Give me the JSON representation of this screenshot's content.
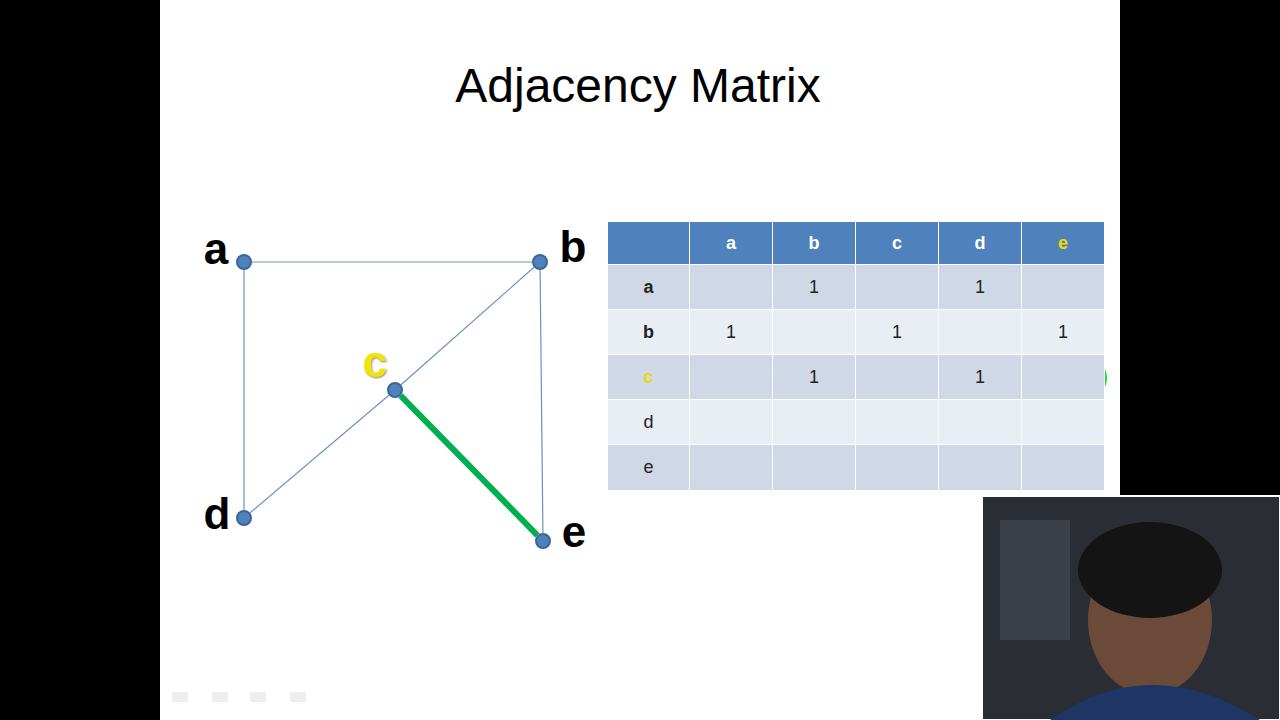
{
  "diagram": {
    "title": "Adjacency Matrix",
    "nodes": [
      {
        "text": [
          "a"
        ]
      },
      {
        "text": [
          "b"
        ]
      },
      {
        "text": [
          "c"
        ]
      },
      {
        "text": [
          "d"
        ]
      },
      {
        "text": [
          "e"
        ]
      }
    ],
    "edges": [
      {
        "from": 0,
        "to": 1,
        "arrow": "none"
      },
      {
        "from": 0,
        "to": 3,
        "arrow": "none"
      },
      {
        "from": 1,
        "to": 2,
        "arrow": "none"
      },
      {
        "from": 2,
        "to": 3,
        "arrow": "none"
      },
      {
        "from": 1,
        "to": 4,
        "arrow": "none"
      },
      {
        "from": 2,
        "to": 4,
        "arrow": "none"
      }
    ],
    "labels": [
      "a",
      "b",
      "c",
      "d",
      "e",
      "a",
      "1",
      "1",
      "b",
      "1",
      "1",
      "1",
      "c",
      "1",
      "1",
      "d",
      "e"
    ]
  }
}
